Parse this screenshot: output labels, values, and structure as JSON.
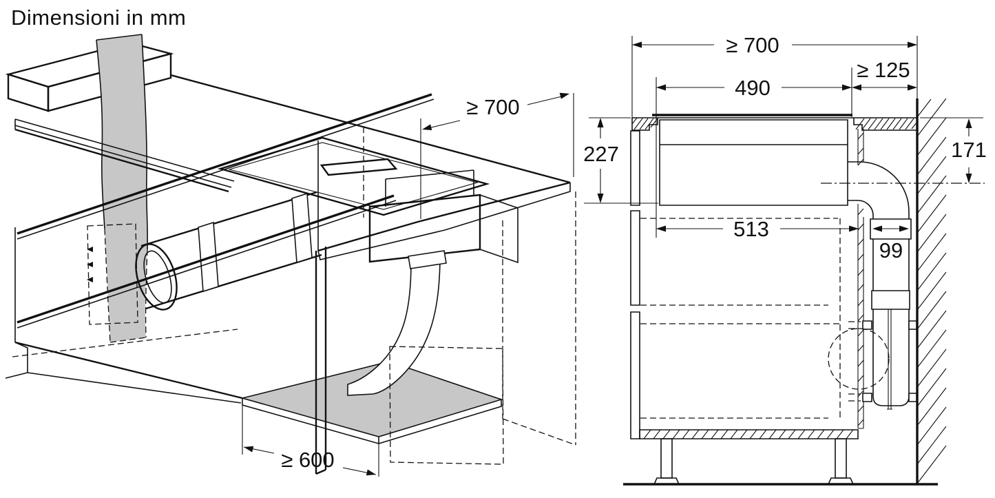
{
  "title": "Dimensioni in mm",
  "colors": {
    "line": "#111111",
    "duct_gray": "#c7c7c7"
  },
  "isometric_view": {
    "description": "kitchen cabinet isometric with venting hob and ducting",
    "dim_min_distance": "≥ 700",
    "dim_min_cabinet_width": "≥ 600"
  },
  "section_view": {
    "description": "installation cross-section at wall",
    "dim_min_worktop_depth": "≥ 700",
    "dim_cutout_depth": "490",
    "dim_min_wall_clearance": "≥ 125",
    "dim_installation_depth": "227",
    "dim_outlet_drop": "171",
    "dim_appliance_depth": "513",
    "dim_duct_width": "99"
  }
}
